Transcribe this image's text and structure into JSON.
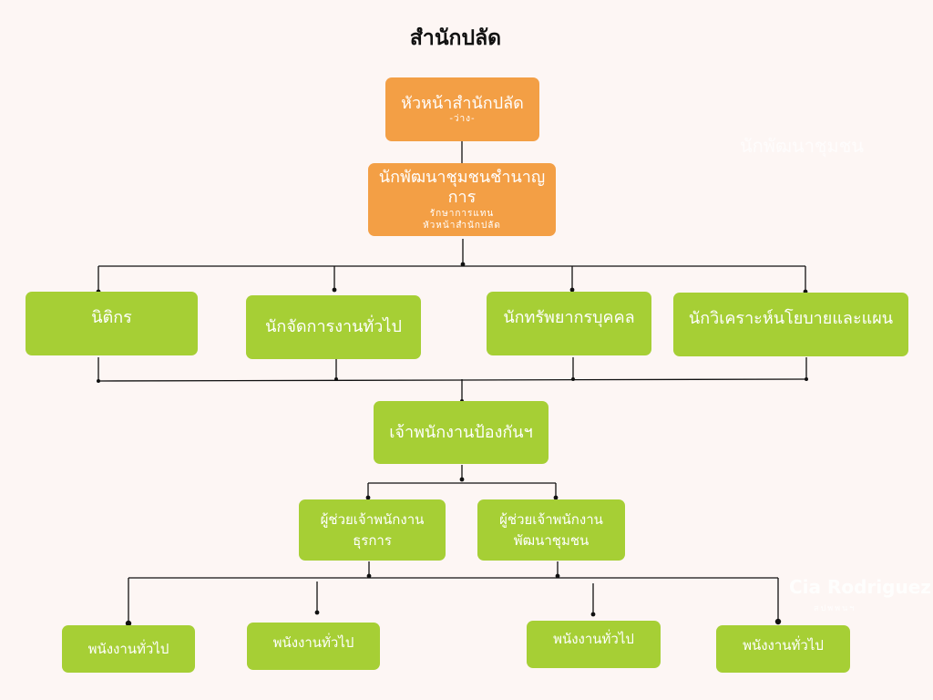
{
  "title": "สำนักปลัด",
  "head": {
    "name": "หัวหน้าสำนักปลัด",
    "status": "-ว่าง-"
  },
  "acting": {
    "name": "นักพัฒนาชุมชนชำนาญการ",
    "line1": "รักษาการแทน",
    "line2": "หัวหน้าสำนักปลัด"
  },
  "officers": [
    "นิติกร",
    "นักจัดการงานทั่วไป",
    "นักทรัพยากรบุคคล",
    "นักวิเคราะห์นโยบายและแผน"
  ],
  "protection": "เจ้าพนักงานป้องกันฯ",
  "assistants": [
    {
      "line1": "ผู้ช่วยเจ้าพนักงาน",
      "line2": "ธุรการ"
    },
    {
      "line1": "ผู้ช่วยเจ้าพนักงาน",
      "line2": "พัฒนาชุมชน"
    }
  ],
  "staff": [
    "พนังงานทั่วไป",
    "พนังงานทั่วไป",
    "พนังงานทั่วไป",
    "พนังงานทั่วไป"
  ],
  "watermark": {
    "name": "Cia Rodriguez",
    "tag": "สปพพนฯ"
  },
  "ghost_text": "นักพัฒนาชุมชน",
  "colors": {
    "orange": "#f39f45",
    "green": "#a6cf35",
    "line": "#111111",
    "background": "#fdf6f4"
  }
}
